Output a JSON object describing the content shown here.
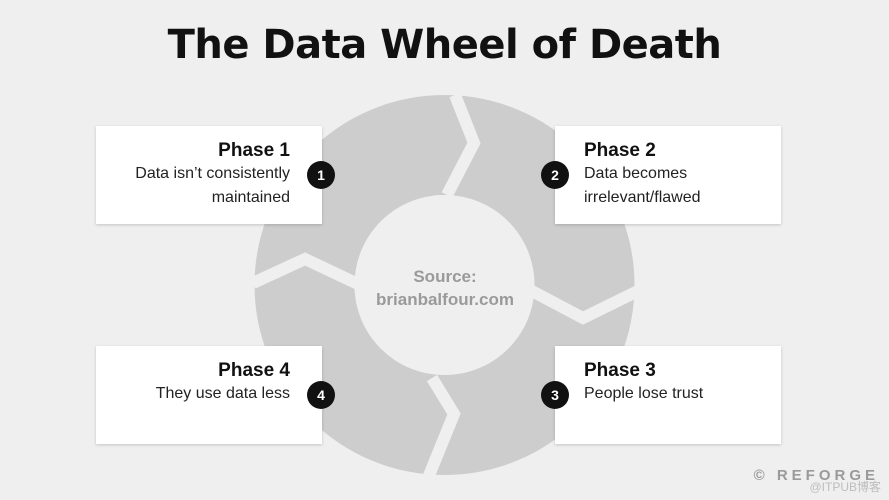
{
  "title": "The Data Wheel of Death",
  "colors": {
    "wheel": "#cdcdcd",
    "background": "#efefef",
    "center": "#efefef",
    "badge": "#111111"
  },
  "center": {
    "line1": "Source:",
    "line2": "brianbalfour.com"
  },
  "phases": [
    {
      "number": "1",
      "title": "Phase 1",
      "lines": [
        "Data isn’t consistently",
        "maintained"
      ]
    },
    {
      "number": "2",
      "title": "Phase 2",
      "lines": [
        "Data becomes",
        "irrelevant/flawed"
      ]
    },
    {
      "number": "3",
      "title": "Phase 3",
      "lines": [
        "People lose trust"
      ]
    },
    {
      "number": "4",
      "title": "Phase 4",
      "lines": [
        "They use data less"
      ]
    }
  ],
  "brand": "© REFORGE",
  "watermark": "@ITPUB博客"
}
